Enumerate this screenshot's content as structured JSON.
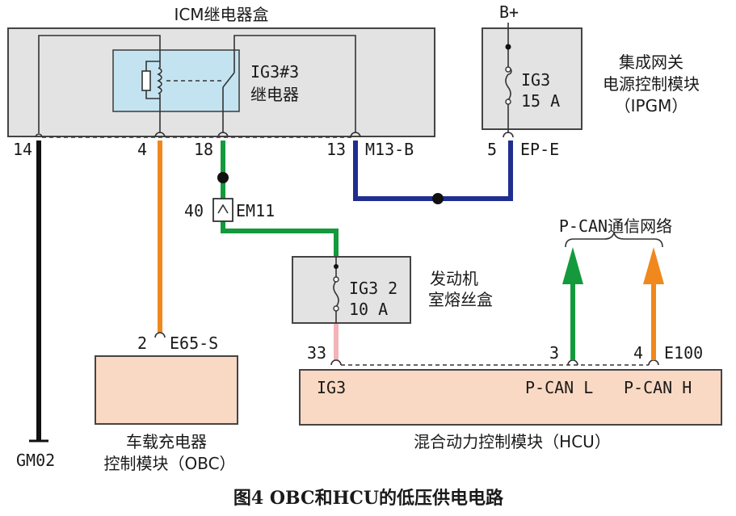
{
  "caption": "图4    OBC和HCU的低压供电电路",
  "icm": {
    "title": "ICM继电器盒",
    "relay_label_1": "IG3#3",
    "relay_label_2": "继电器",
    "connector": "M13-B"
  },
  "ipgm": {
    "supply": "B+",
    "fuse_1": "IG3",
    "fuse_2": "15 A",
    "name_1": "集成网关",
    "name_2": "电源控制模块",
    "name_3": "（IPGM）",
    "connector": "EP-E"
  },
  "fusebox": {
    "fuse_1": "IG3 2",
    "fuse_2": "10 A",
    "name_1": "发动机",
    "name_2": "室熔丝盒"
  },
  "obc": {
    "connector": "E65-S",
    "name_1": "车载充电器",
    "name_2": "控制模块（OBC）"
  },
  "hcu": {
    "connector": "E100",
    "name": "混合动力控制模块（HCU）",
    "pin_ig3": "IG3",
    "pin_can_l": "P-CAN L",
    "pin_can_h": "P-CAN H"
  },
  "network": {
    "label": "P-CAN通信网络"
  },
  "ground": {
    "label": "GM02"
  },
  "splice": {
    "pin": "40",
    "connector": "EM11"
  },
  "pins": {
    "icm_14": "14",
    "icm_4": "4",
    "icm_18": "18",
    "icm_13": "13",
    "ipgm_5": "5",
    "obc_2": "2",
    "hcu_33": "33",
    "hcu_3": "3",
    "hcu_4": "4"
  },
  "colors": {
    "green": "#149a3c",
    "orange": "#f0881d",
    "blue": "#1f2e8f",
    "black": "#111111",
    "pink": "#f2b4b8",
    "relay": "#c4e3f1"
  }
}
